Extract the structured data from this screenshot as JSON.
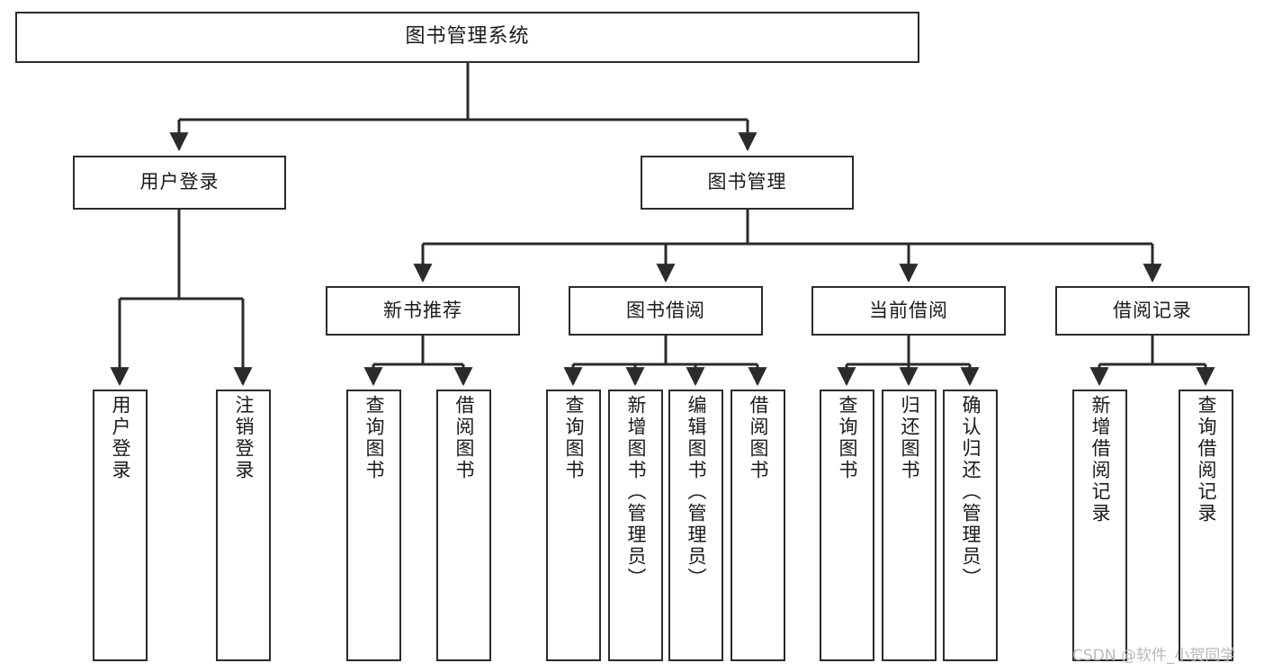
{
  "diagram": {
    "title": "图书管理系统",
    "type": "function-structure-tree",
    "watermark": "CSDN @软件_小贺同学",
    "colors": {
      "background": "#ffffff",
      "node_border": "#2b2b2b",
      "node_fill": "#ffffff",
      "edge": "#2b2b2b",
      "text": "#1a1a1a",
      "watermark": "#b9b9b9"
    },
    "nodes": {
      "root": {
        "label": "图书管理系统"
      },
      "level2": [
        {
          "id": "user-login",
          "label": "用户登录"
        },
        {
          "id": "book-management",
          "label": "图书管理"
        }
      ],
      "level3": [
        {
          "id": "new-book-recommend",
          "label": "新书推荐"
        },
        {
          "id": "book-borrow",
          "label": "图书借阅"
        },
        {
          "id": "current-borrow",
          "label": "当前借阅"
        },
        {
          "id": "borrow-record",
          "label": "借阅记录"
        }
      ],
      "leaves": {
        "user_login": [
          {
            "id": "leaf-user-login",
            "label": "用户登录"
          },
          {
            "id": "leaf-logout-login",
            "label": "注销登录"
          }
        ],
        "new_book_recommend": [
          {
            "id": "leaf-query-book-1",
            "label": "查询图书"
          },
          {
            "id": "leaf-borrow-book-1",
            "label": "借阅图书"
          }
        ],
        "book_borrow": [
          {
            "id": "leaf-query-book-2",
            "label": "查询图书"
          },
          {
            "id": "leaf-add-book",
            "label": "新增图书（管理员）"
          },
          {
            "id": "leaf-edit-book",
            "label": "编辑图书（管理员）"
          },
          {
            "id": "leaf-borrow-book-2",
            "label": "借阅图书"
          }
        ],
        "current_borrow": [
          {
            "id": "leaf-query-book-3",
            "label": "查询图书"
          },
          {
            "id": "leaf-return-book",
            "label": "归还图书"
          },
          {
            "id": "leaf-confirm-return",
            "label": "确认归还（管理员）"
          }
        ],
        "borrow_record": [
          {
            "id": "leaf-add-record",
            "label": "新增借阅记录"
          },
          {
            "id": "leaf-query-record",
            "label": "查询借阅记录"
          }
        ]
      }
    }
  }
}
